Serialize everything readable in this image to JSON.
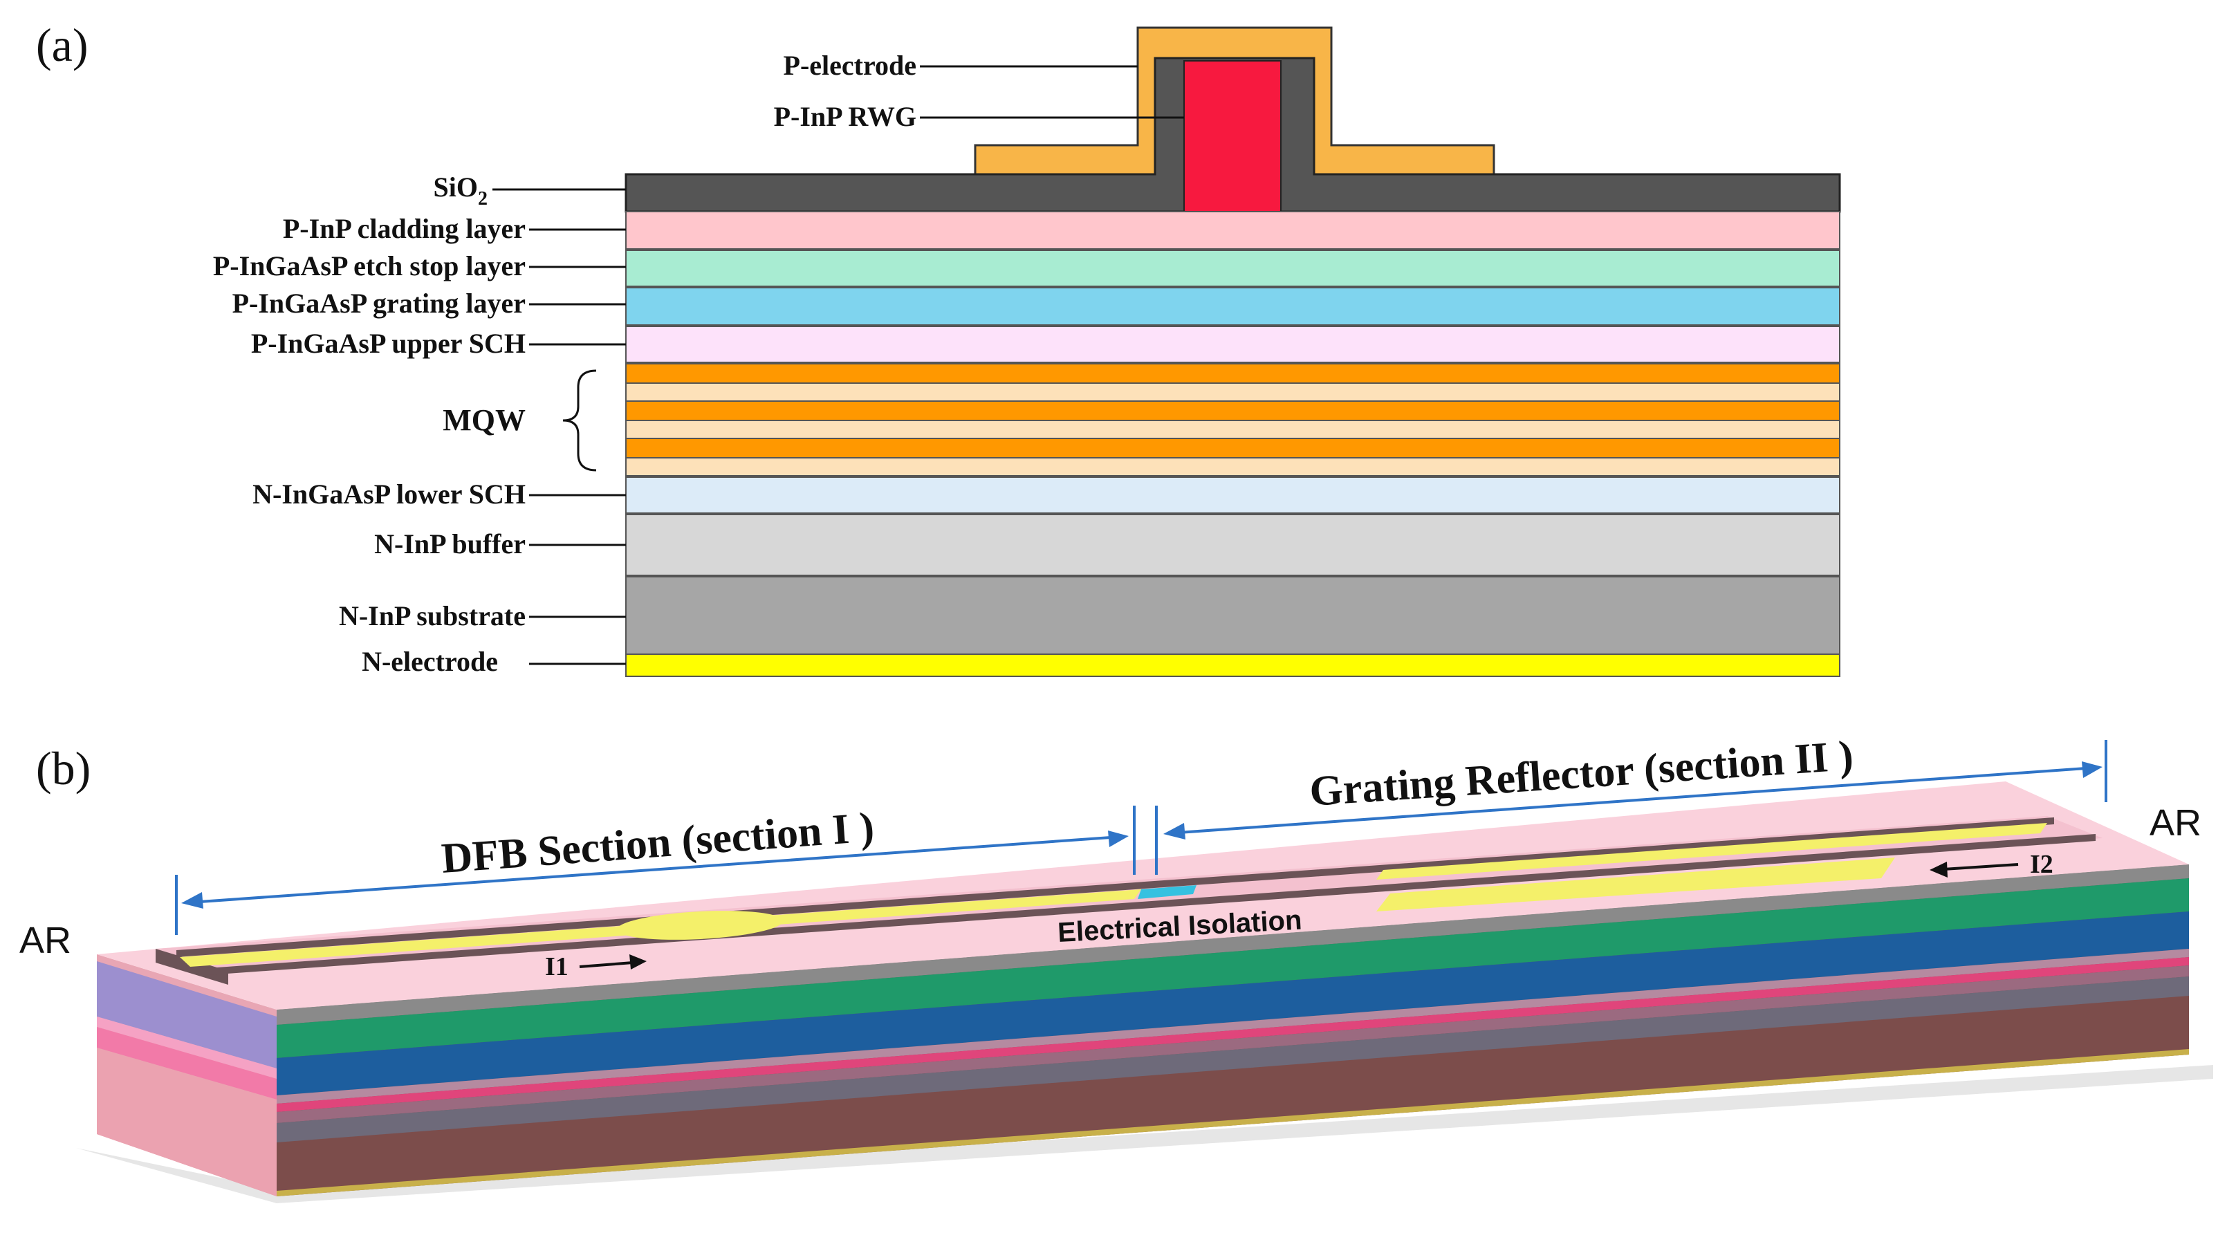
{
  "panel_a": {
    "label": "(a)",
    "ridge": {
      "electrode": "P-electrode",
      "waveguide": "P-InP RWG"
    },
    "sio2": {
      "main": "SiO",
      "sub": "2"
    },
    "layers": [
      {
        "label": "P-InP cladding layer",
        "color": "#ffc6cc"
      },
      {
        "label": "P-InGaAsP etch stop layer",
        "color": "#a8ecd2"
      },
      {
        "label": "P-InGaAsP grating layer",
        "color": "#7fd4ee"
      },
      {
        "label": "P-InGaAsP upper SCH",
        "color": "#fde2fa"
      },
      {
        "label": "N-InGaAsP lower SCH",
        "color": "#dcebf8"
      },
      {
        "label": "N-InP buffer",
        "color": "#d7d7d7"
      },
      {
        "label": "N-InP substrate",
        "color": "#a6a6a6"
      },
      {
        "label": "N-electrode",
        "color": "#ffff00"
      }
    ],
    "mqw_label": "MQW",
    "colors": {
      "sio2": "#555555",
      "electrode": "#f8b548",
      "rwg": "#f7193f",
      "mqw_well": "#ff9800",
      "mqw_barrier": "#fde1b9"
    }
  },
  "panel_b": {
    "label": "(b)",
    "dfb_section": "DFB Section (section I )",
    "grating_section": "Grating Reflector (section II )",
    "isolation": "Electrical Isolation",
    "current_1": "I1",
    "current_2": "I2",
    "facet_left": "AR",
    "facet_right": "AR",
    "colors": {
      "dimension_line": "#2f74c7",
      "top_surface": "#fad1dc",
      "electrode": "#f4f06a",
      "ridge_dark": "#6b5357",
      "grating_green": "#1f9a6a",
      "grating_blue": "#1d5e9e",
      "substrate": "#7c4d4b"
    }
  }
}
